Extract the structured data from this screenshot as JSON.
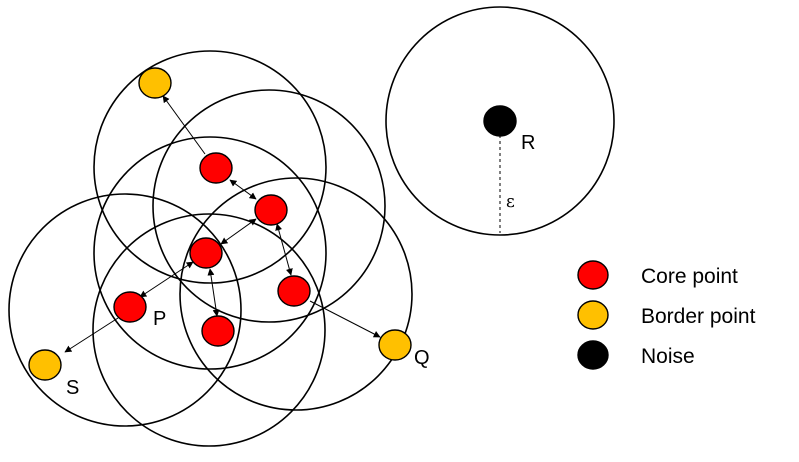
{
  "colors": {
    "core": "#ff0000",
    "border": "#ffc000",
    "noise": "#000000",
    "stroke": "#000000",
    "background": "#ffffff"
  },
  "points": {
    "p_label": "P",
    "s_label": "S",
    "q_label": "Q",
    "r_label": "R",
    "epsilon_label": "ε"
  },
  "legend": {
    "core_label": "Core point",
    "border_label": "Border point",
    "noise_label": "Noise"
  }
}
